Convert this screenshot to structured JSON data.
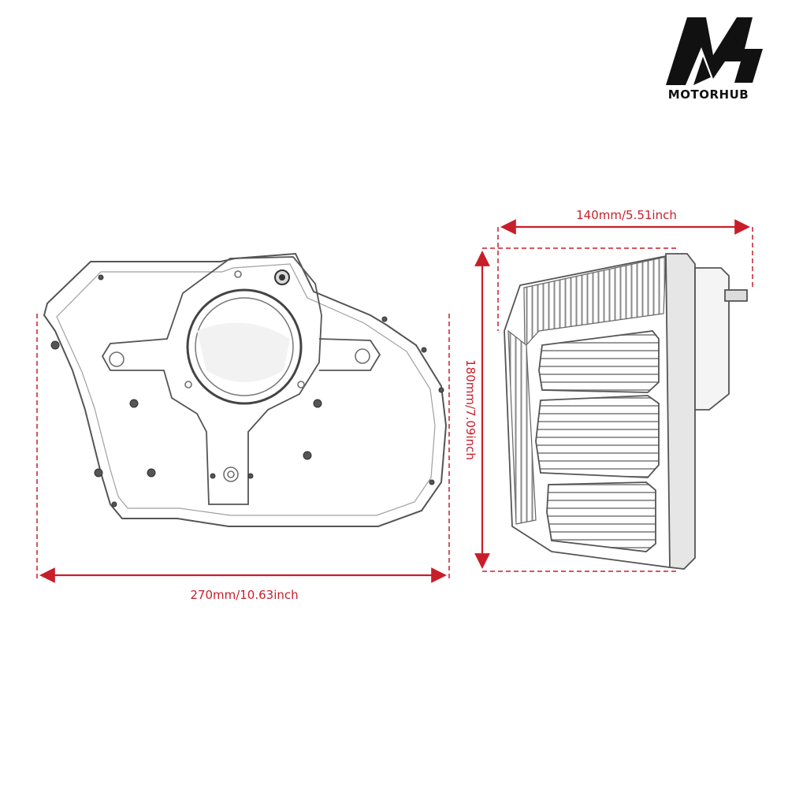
{
  "brand": {
    "name": "MOTORHUB",
    "logo_icon": "mh-monogram-icon",
    "logo_color": "#111111"
  },
  "dimensions": {
    "width_label": "270mm/10.63inch",
    "depth_label": "140mm/5.51inch",
    "height_label": "180mm/7.09inch",
    "color": "#c81e2a"
  },
  "views": {
    "front": "air-cleaner-backplate-front-view",
    "side": "air-cleaner-filter-side-view"
  }
}
